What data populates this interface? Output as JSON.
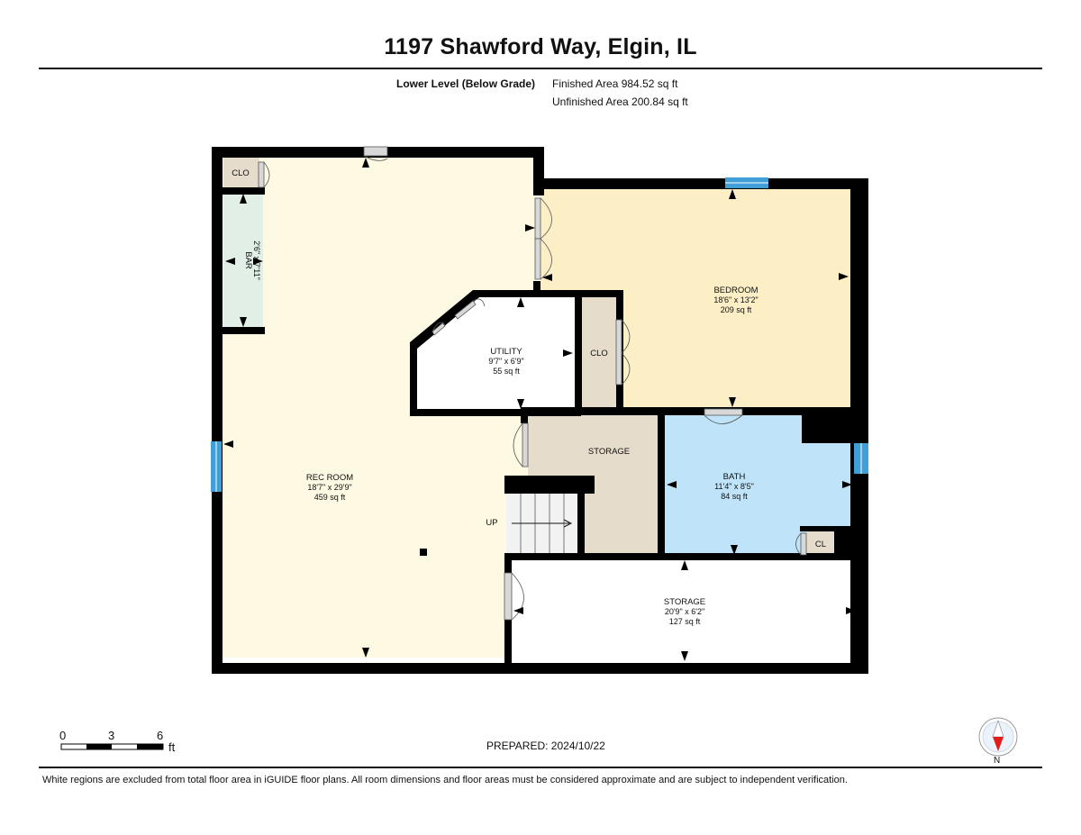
{
  "header": {
    "address": "1197 Shawford Way, Elgin, IL",
    "level": "Lower Level (Below Grade)",
    "finished_area": "Finished Area 984.52 sq ft",
    "unfinished_area": "Unfinished Area 200.84 sq ft"
  },
  "rooms": {
    "rec_room": {
      "name": "REC ROOM",
      "dims": "18'7\" x 29'9\"",
      "area": "459 sq ft"
    },
    "bedroom": {
      "name": "BEDROOM",
      "dims": "18'6\" x 13'2\"",
      "area": "209 sq ft"
    },
    "utility": {
      "name": "UTILITY",
      "dims": "9'7\" x 6'9\"",
      "area": "55 sq ft"
    },
    "bath": {
      "name": "BATH",
      "dims": "11'4\" x 8'5\"",
      "area": "84 sq ft"
    },
    "storage_lower": {
      "name": "STORAGE",
      "dims": "20'9\" x 6'2\"",
      "area": "127 sq ft"
    },
    "storage_mid": {
      "name": "STORAGE"
    },
    "bar": {
      "name": "BAR",
      "dims": "2'6\" x 7'11\""
    },
    "clo_top": {
      "name": "CLO"
    },
    "clo_mid": {
      "name": "CLO"
    },
    "cl_bath": {
      "name": "CL"
    },
    "stairs": {
      "label": "UP"
    }
  },
  "colors": {
    "rec_room": "#fdf9e3",
    "bedroom": "#fcefc6",
    "bath": "#bfe3f8",
    "storage": "#e6dccb",
    "closet": "#e6dccb",
    "bar": "#e1efe6",
    "window": "#3f9fd6",
    "wall": "#000000",
    "compass_needle": "#e21b1b"
  },
  "scale_bar": {
    "labels": [
      "0",
      "3",
      "6"
    ],
    "unit": "ft"
  },
  "prepared": "PREPARED: 2024/10/22",
  "compass": {
    "north_label": "N"
  },
  "footer": "White regions are excluded from total floor area in iGUIDE floor plans. All room dimensions and floor areas must be considered approximate and are subject to independent verification."
}
